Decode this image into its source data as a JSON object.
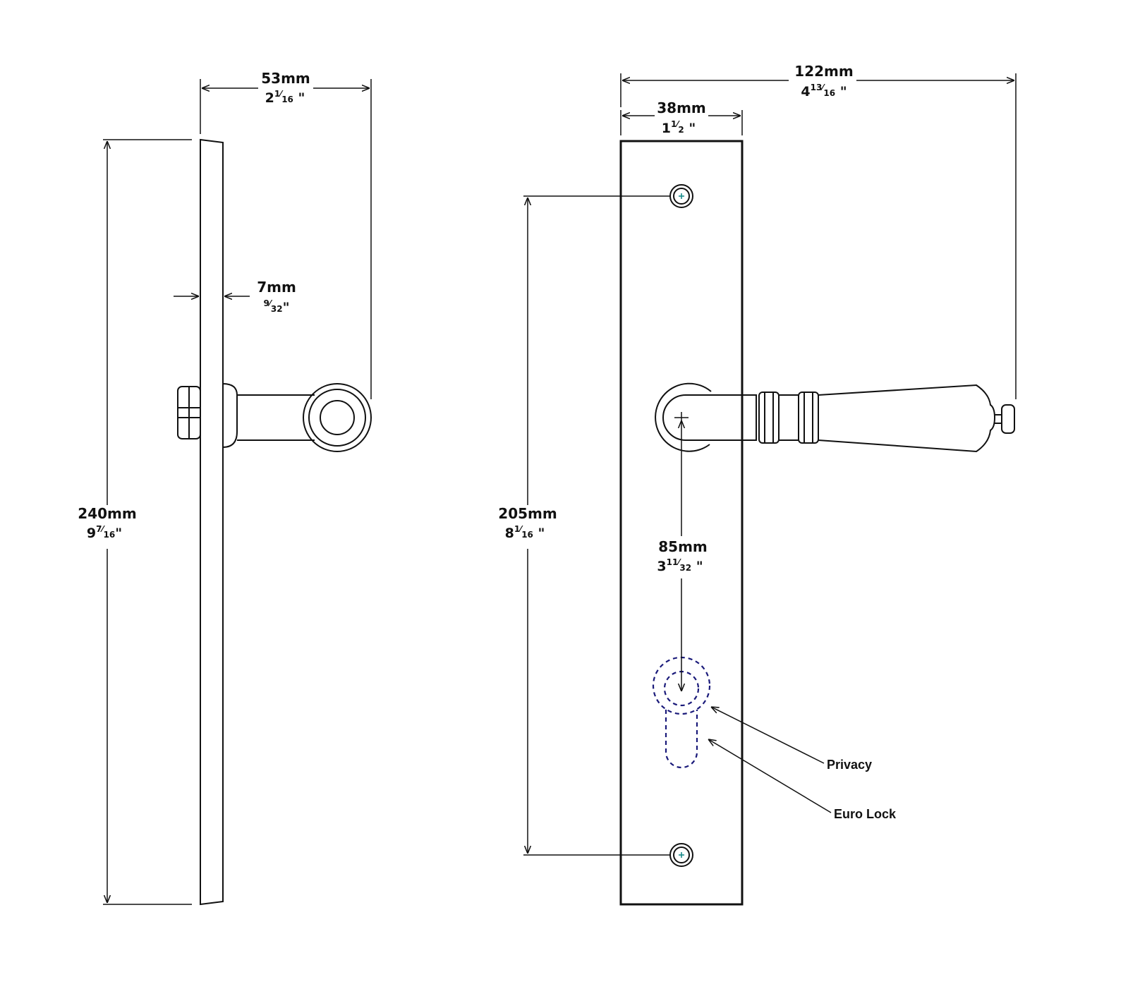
{
  "dimensions": {
    "width_total": {
      "mm": "122mm",
      "whole": "4",
      "num": "13",
      "den": "16",
      "quote": "\""
    },
    "width_plate": {
      "mm": "38mm",
      "whole": "1",
      "num": "1",
      "den": "2",
      "quote": "\""
    },
    "projection": {
      "mm": "53mm",
      "whole": "2",
      "num": "1",
      "den": "16",
      "quote": "\""
    },
    "thickness": {
      "mm": "7mm",
      "whole": "",
      "num": "9",
      "den": "32",
      "quote": "\""
    },
    "height": {
      "mm": "240mm",
      "whole": "9",
      "num": "7",
      "den": "16",
      "quote": "\""
    },
    "fixing_centres": {
      "mm": "205mm",
      "whole": "8",
      "num": "1",
      "den": "16",
      "quote": "\""
    },
    "lever_to_lock": {
      "mm": "85mm",
      "whole": "3",
      "num": "11",
      "den": "32",
      "quote": "\""
    }
  },
  "callouts": {
    "privacy": "Privacy",
    "euro_lock": "Euro Lock"
  },
  "colors": {
    "line": "#111111",
    "lock_outline": "#1a1a7a",
    "screw_mark": "#1a8a8a"
  }
}
